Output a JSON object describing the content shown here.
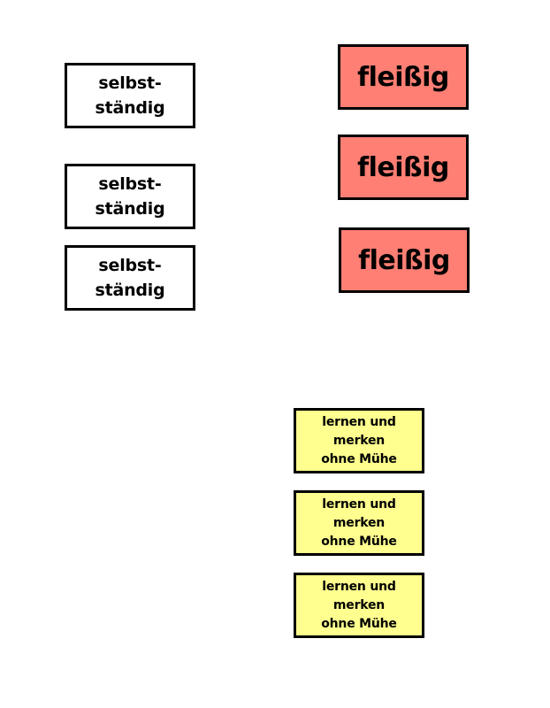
{
  "colors": {
    "white_card": "#ffffff",
    "red_card": "#ff7f74",
    "yellow_card": "#ffff8f",
    "border": "#000000"
  },
  "white_cards": [
    {
      "line1": "selbst-",
      "line2": "ständig"
    },
    {
      "line1": "selbst-",
      "line2": "ständig"
    },
    {
      "line1": "selbst-",
      "line2": "ständig"
    }
  ],
  "red_cards": [
    {
      "text": "fleißig"
    },
    {
      "text": "fleißig"
    },
    {
      "text": "fleißig"
    }
  ],
  "yellow_cards": [
    {
      "line1": "lernen und",
      "line2": "merken",
      "line3": "ohne Mühe"
    },
    {
      "line1": "lernen und",
      "line2": "merken",
      "line3": "ohne Mühe"
    },
    {
      "line1": "lernen und",
      "line2": "merken",
      "line3": "ohne Mühe"
    }
  ]
}
